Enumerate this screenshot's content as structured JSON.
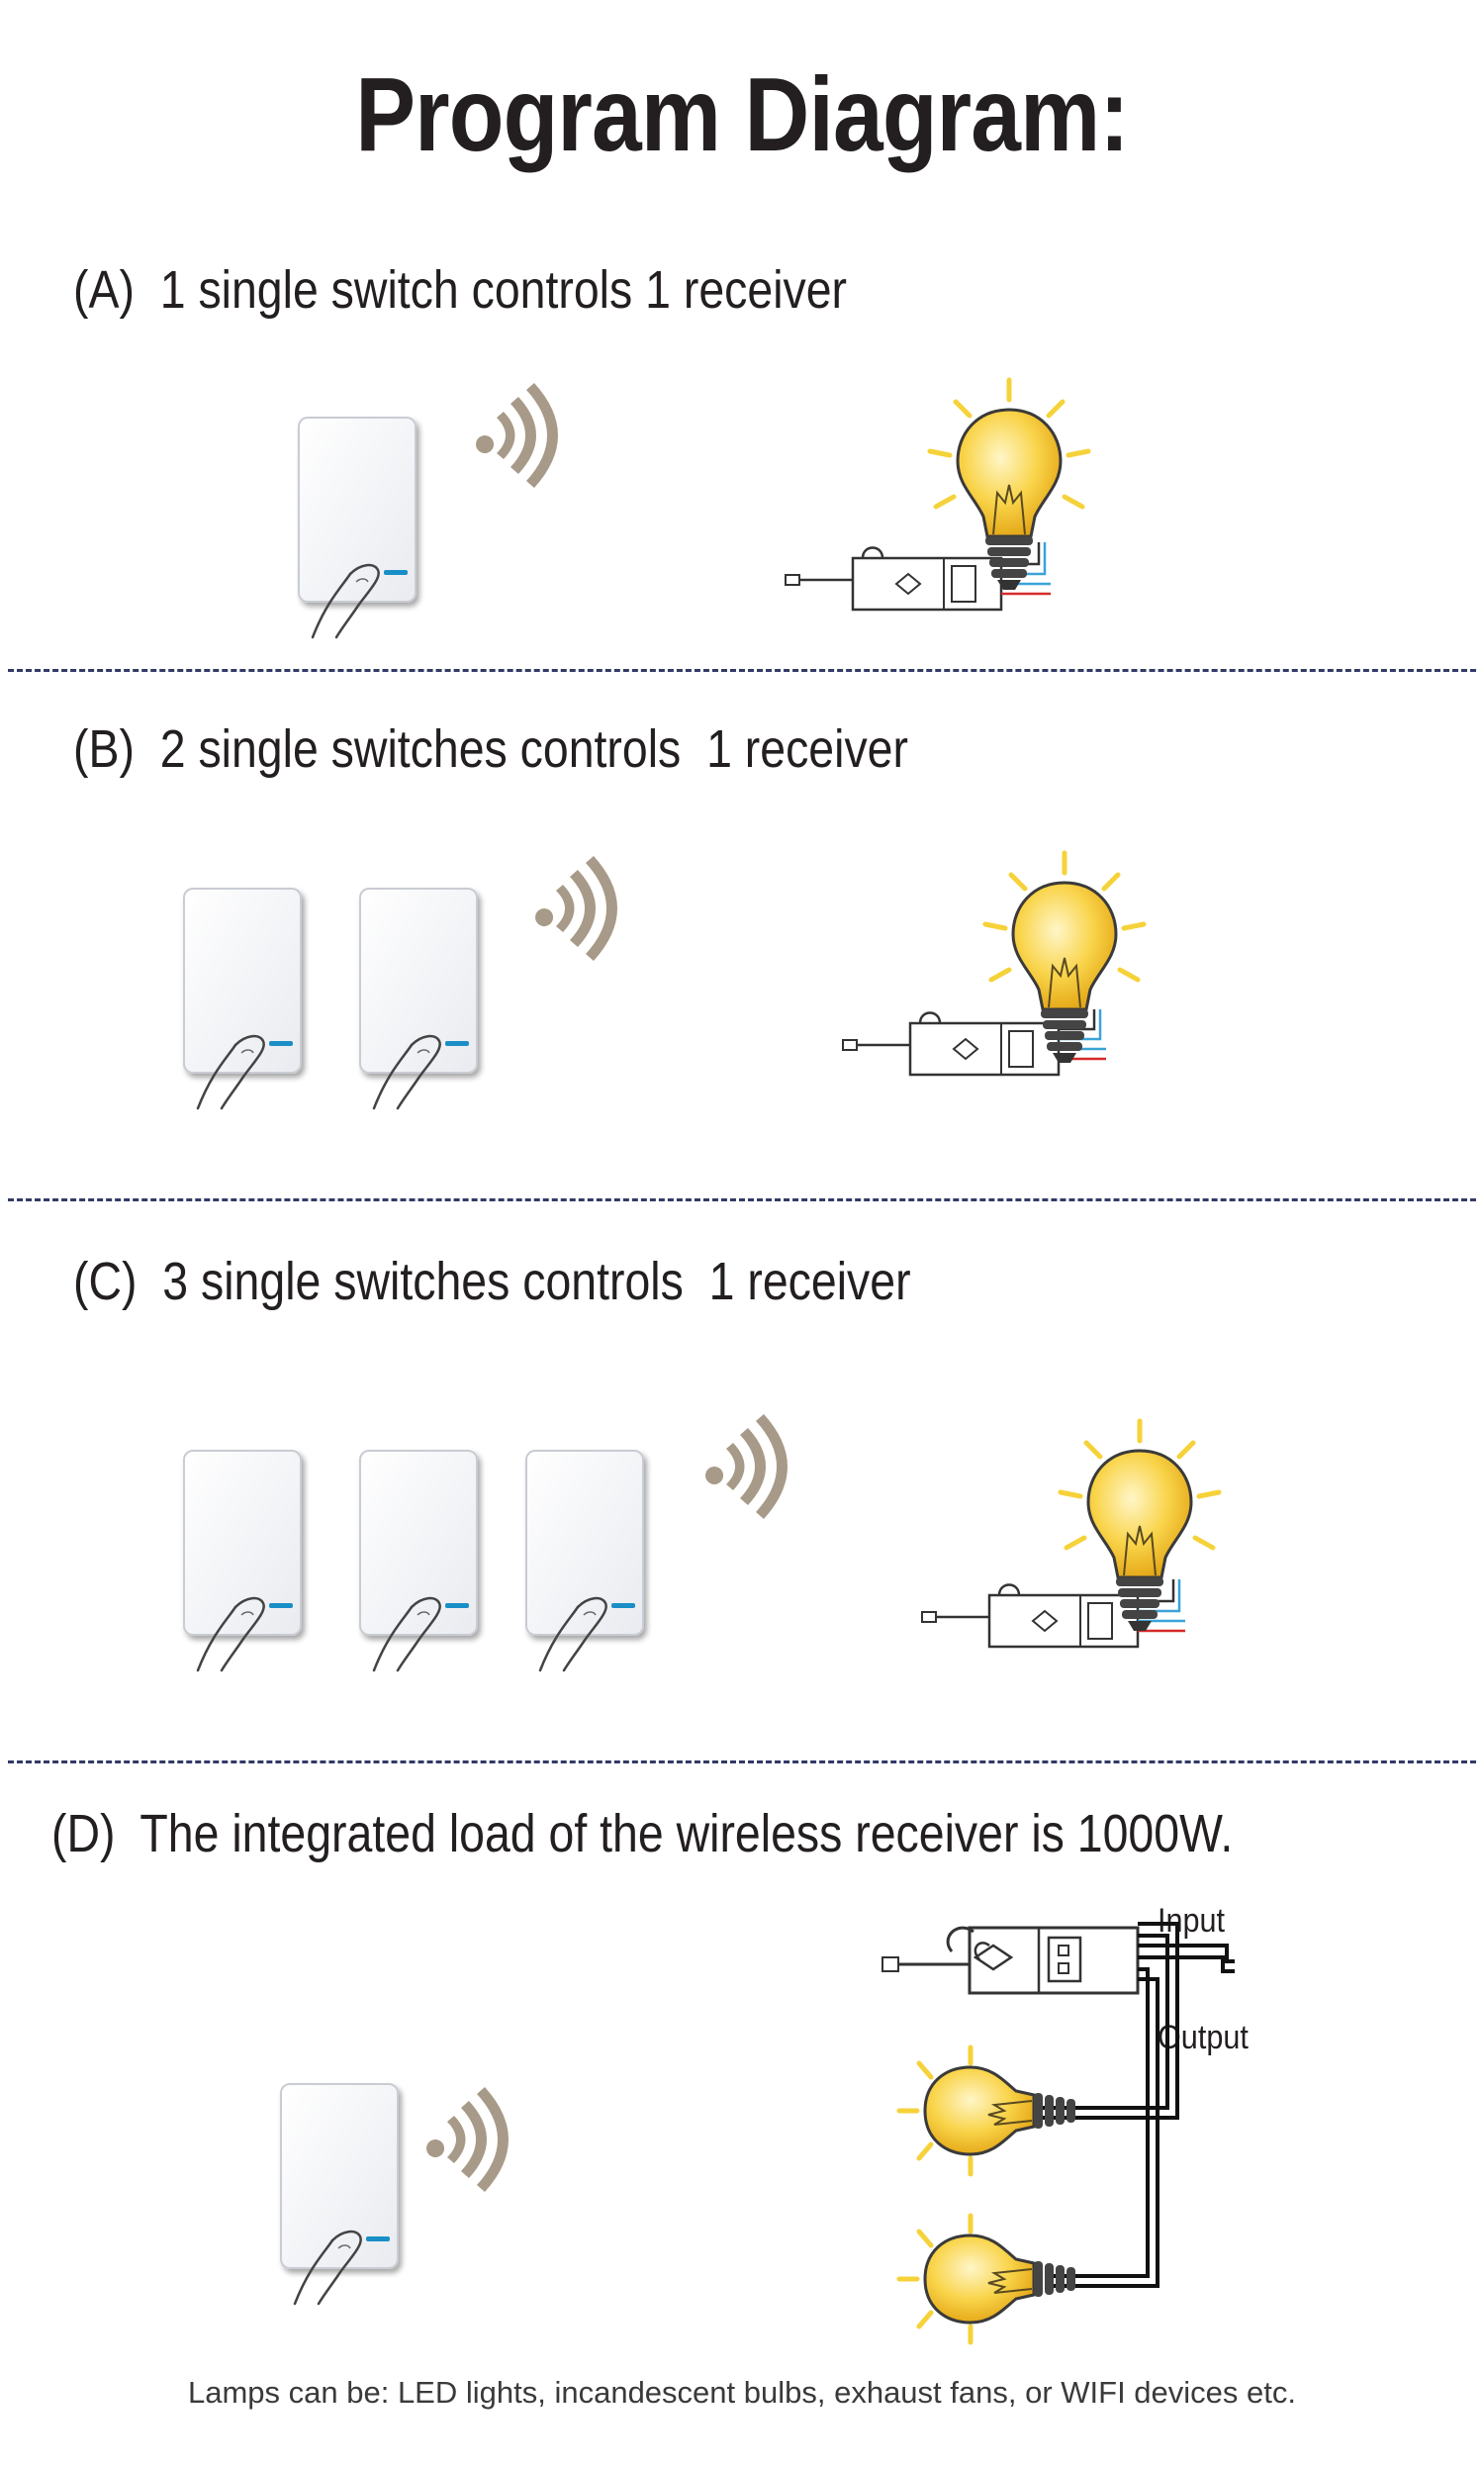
{
  "title": "Program Diagram:",
  "sections": [
    {
      "id": "A",
      "heading": "(A)  1 single switch controls 1 receiver"
    },
    {
      "id": "B",
      "heading": "(B)  2 single switches controls  1 receiver"
    },
    {
      "id": "C",
      "heading": "(C)  3 single switches controls  1 receiver"
    },
    {
      "id": "D",
      "heading": "(D)  The integrated load of the wireless receiver is 1000W."
    }
  ],
  "wiring_labels": {
    "input": "Input",
    "output": "Output"
  },
  "note": "Lamps can be:  LED lights, incandescent bulbs, exhaust fans, or WIFI devices etc.",
  "colors": {
    "switch_indicator": "#1a8fc7",
    "bulb_glow": "#f6d23a",
    "signal_waves": "#a89a88",
    "divider": "#333a66",
    "wire_blue": "#3aa3d8",
    "wire_red": "#d72a2a",
    "bulb_base": "#444444"
  }
}
